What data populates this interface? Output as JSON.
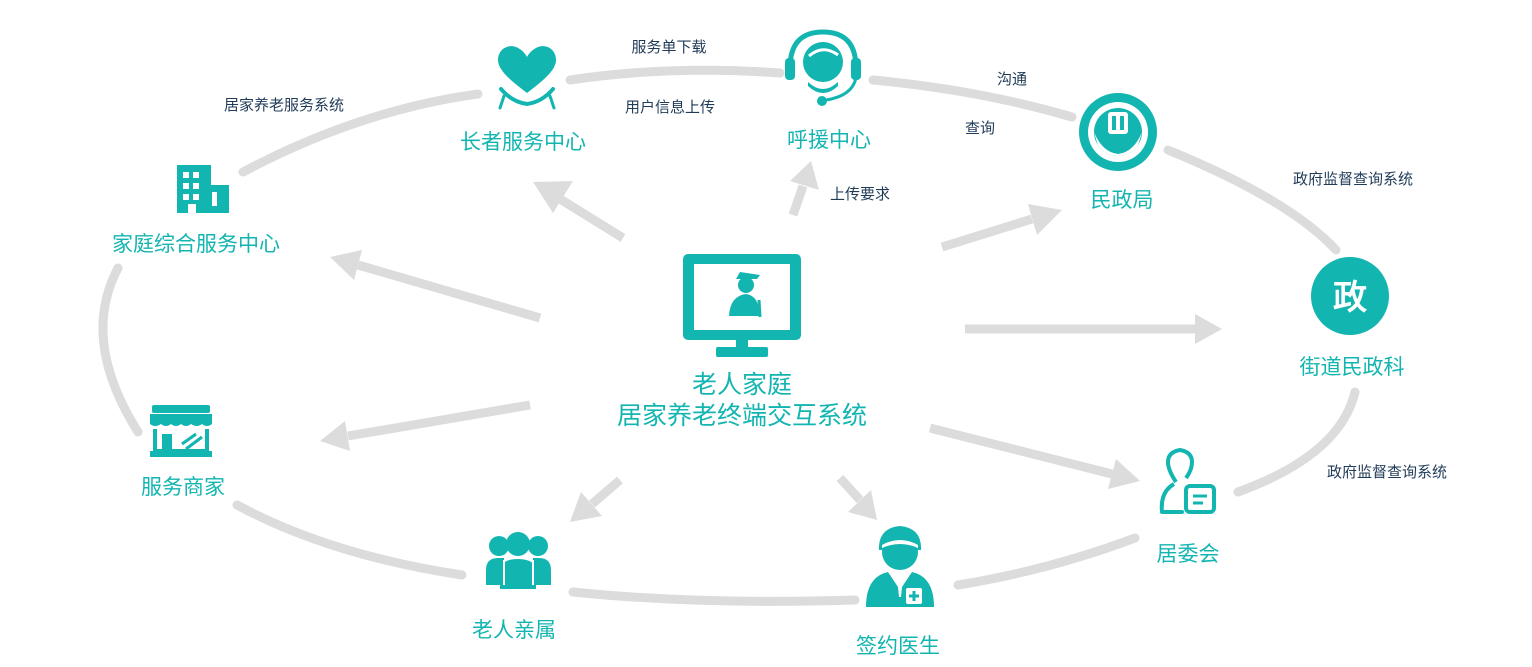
{
  "center": {
    "line1": "老人家庭",
    "line2": "居家养老终端交互系统"
  },
  "nodes": {
    "elder_service": "长者服务中心",
    "call_center": "呼援中心",
    "civil_affairs_bureau": "民政局",
    "street_office": "街道民政科",
    "street_office_glyph": "政",
    "residents_committee": "居委会",
    "contract_doctor": "签约医生",
    "elder_relatives": "老人亲属",
    "service_merchant": "服务商家",
    "family_service_center": "家庭综合服务中心"
  },
  "edge_labels": {
    "home_care_system": "居家养老服务系统",
    "order_download": "服务单下载",
    "user_info_upload": "用户信息上传",
    "communicate": "沟通",
    "query": "查询",
    "upload_request": "上传要求",
    "gov_supervision_1": "政府监督查询系统",
    "gov_supervision_2": "政府监督查询系统"
  },
  "colors": {
    "accent": "#13b5b1",
    "connector": "#dcdcdc",
    "edge_text": "#1f3b57"
  },
  "icons": {
    "elder_service": "heart-hands-icon",
    "call_center": "headset-operator-icon",
    "civil_affairs_bureau": "civil-affairs-emblem-icon",
    "street_office": "gov-badge-icon",
    "residents_committee": "person-id-icon",
    "contract_doctor": "doctor-icon",
    "elder_relatives": "family-group-icon",
    "service_merchant": "storefront-icon",
    "family_service_center": "building-icon",
    "center": "elder-monitor-icon"
  }
}
